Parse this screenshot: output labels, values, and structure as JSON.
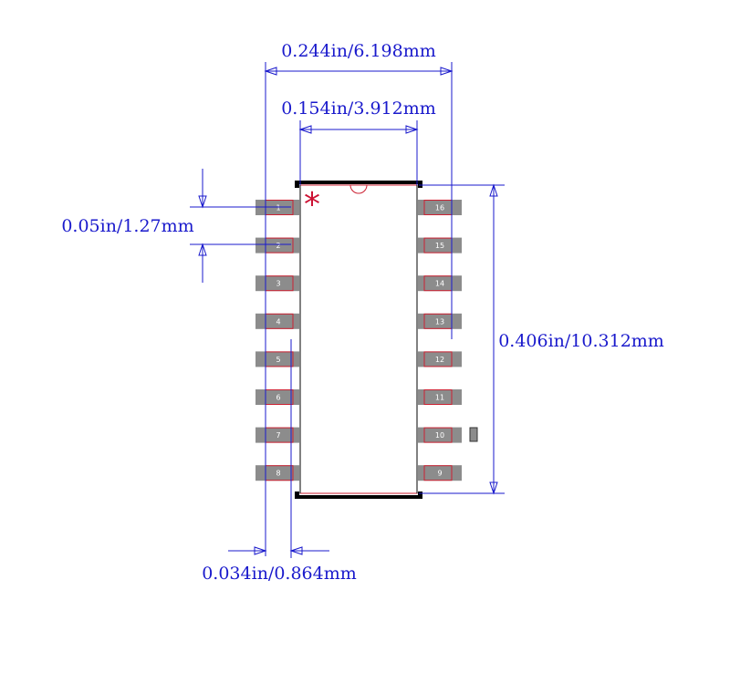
{
  "dimensions": {
    "overall_width": "0.244in/6.198mm",
    "body_width": "0.154in/3.912mm",
    "pitch": "0.05in/1.27mm",
    "length": "0.406in/10.312mm",
    "pad_width": "0.034in/0.864mm"
  },
  "pins": {
    "left": [
      "1",
      "2",
      "3",
      "4",
      "5",
      "6",
      "7",
      "8"
    ],
    "right": [
      "16",
      "15",
      "14",
      "13",
      "12",
      "11",
      "10",
      "9"
    ]
  },
  "pin1_marker": "*",
  "colors": {
    "dimension": "#1a1acc",
    "pad_fill": "#8c8c8c",
    "pad_outline": "#cc2233",
    "body_outline": "#cc2233",
    "silkscreen": "#000000",
    "marker": "#cc1133"
  }
}
